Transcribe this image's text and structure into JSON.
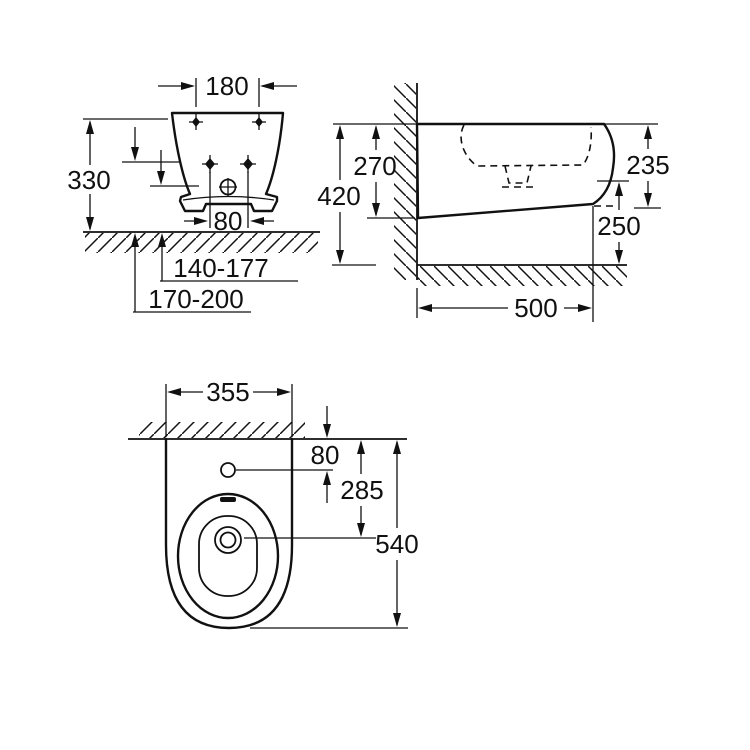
{
  "drawing": {
    "type": "technical-dimension-drawing",
    "subject": "wall-hung bidet, three orthographic views",
    "ink_color": "#111111",
    "background_color": "#ffffff",
    "rear_view": {
      "dim_hole_spacing_top": "180",
      "dim_height": "330",
      "dim_hole_spacing_bottom": "80",
      "dim_inlet_range": "140-177",
      "dim_outlet_range": "170-200"
    },
    "side_view": {
      "dim_rim_to_bottom_at_wall": "270",
      "dim_total_height": "420",
      "dim_front_height": "235",
      "dim_front_clearance": "250",
      "dim_depth": "500"
    },
    "top_view": {
      "dim_width": "355",
      "dim_tap_hole_offset": "80",
      "dim_drain_offset": "285",
      "dim_total_depth": "540"
    }
  }
}
